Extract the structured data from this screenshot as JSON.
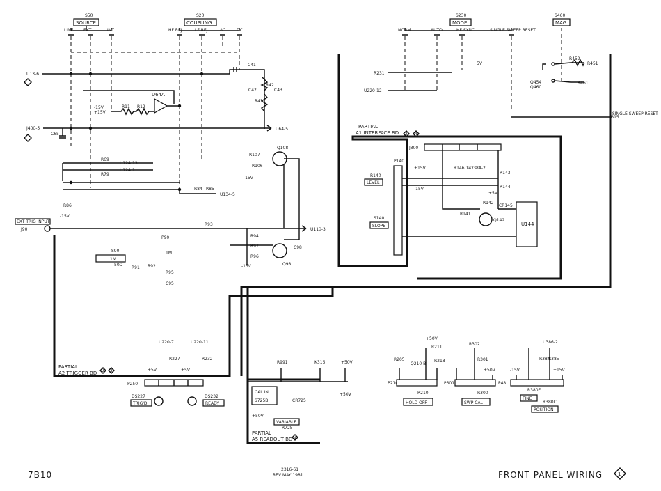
{
  "title": "FRONT PANEL WIRING",
  "model": "7B10",
  "drawing_number": "2316-61",
  "revision": "REV MAY 1981",
  "section_marker": "1",
  "switches": {
    "source": {
      "ref": "S50",
      "name": "SOURCE",
      "positions": [
        "LINE",
        "EXT",
        "INT"
      ]
    },
    "coupling": {
      "ref": "S20",
      "name": "COUPLING",
      "positions": [
        "HF REJ",
        "LF REJ",
        "AC",
        "DC"
      ]
    },
    "mode": {
      "ref": "S230",
      "name": "MODE",
      "positions": [
        "NORM",
        "AUTO",
        "HF SYNC",
        "SINGLE SWEEP RESET"
      ]
    },
    "mag": {
      "ref": "S460",
      "name": "MAG"
    },
    "ext_trig": {
      "ref": "S90",
      "labels": [
        "1M",
        "50Ω"
      ]
    },
    "slope": {
      "ref": "S140",
      "name": "SLOPE"
    },
    "cal": {
      "ref": "S725B",
      "label": "CAL IN"
    }
  },
  "boards": {
    "trigger": {
      "name": "PARTIAL",
      "sub": "A2 TRIGGER BD",
      "refs": [
        "2",
        "3"
      ]
    },
    "interface": {
      "name": "PARTIAL",
      "sub": "A1 INTERFACE BD",
      "refs": [
        "2",
        "4"
      ]
    },
    "readout": {
      "name": "PARTIAL",
      "sub": "A5 READOUT BD",
      "refs": [
        "4"
      ]
    }
  },
  "labels": {
    "u13_6": "U13-6",
    "j400_5": "J400-5",
    "c65": "C65",
    "ext_trig_input": "EXT TRIG INPUT",
    "j90": "J90",
    "u64a": "U64A",
    "u64_5": "U64-5",
    "u124_13": "U124-13",
    "u124_1": "U124-1",
    "u134_5": "U134-5",
    "u110_3": "U110-3",
    "q108": "Q108",
    "q98": "Q98",
    "c41": "C41",
    "c42": "C42",
    "c43": "C43",
    "r11": "R11",
    "r12": "R12",
    "r42": "R42",
    "r43": "R43",
    "r69": "R69",
    "r79": "R79",
    "r84": "R84",
    "r85": "R85",
    "r86": "R86",
    "r93": "R93",
    "r94": "R94",
    "r96": "R96",
    "r97": "R97",
    "r91": "R91",
    "r92": "R92",
    "r95": "R95",
    "c95": "C95",
    "c98": "C98",
    "r106": "R106",
    "r107": "R107",
    "p90": "P90",
    "minus15": "-15V",
    "plus15": "+15V",
    "plus5": "+5V",
    "plus50": "+50V",
    "r231": "R231",
    "u220_12": "U220-12",
    "r451": "R451",
    "r452": "R452",
    "r461": "R461",
    "q454": "Q454",
    "q460": "Q460",
    "b15": "B15",
    "single_sweep_reset": "SINGLE SWEEP RESET",
    "j300": "J300",
    "p140": "P140",
    "r140": "R140",
    "level": "LEVEL",
    "r143": "R143",
    "r144": "R144",
    "r142": "R142",
    "r141": "R141",
    "cr145": "CR145",
    "q142": "Q142",
    "u144": "U144",
    "r146_147": "R146,147",
    "u138a_2": "U138A-2",
    "u220_7": "U220-7",
    "u220_11": "U220-11",
    "r227": "R227",
    "r232": "R232",
    "p250": "P250",
    "ds227": "DS227",
    "trigd": "TRIG'D",
    "ds232": "DS232",
    "ready": "READY",
    "r991": "R991",
    "k315": "K315",
    "cr725": "CR725",
    "variable": "VARIABLE",
    "r725": "R725",
    "r205": "R205",
    "r211": "R211",
    "r218": "R218",
    "q210b": "Q210-B",
    "r210": "R210",
    "p210": "P210",
    "hold_off": "HOLD OFF",
    "r302": "R302",
    "r301": "R301",
    "r300": "R300",
    "p301": "P301",
    "swp_cal": "SWP CAL",
    "u386_2": "U386-2",
    "r384": "R384",
    "r385": "R385",
    "r380f": "R380F",
    "r380c": "R380C",
    "p48": "P48",
    "fine": "FINE",
    "position": "POSITION"
  }
}
